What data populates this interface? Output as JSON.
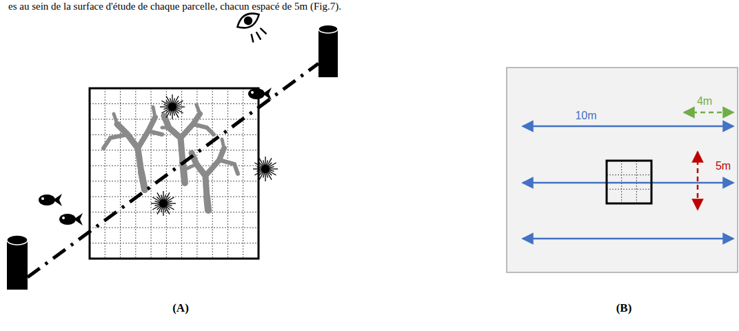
{
  "diagram": {
    "labels": [
      "es au sein de la surface d'étude de chaque parcelle, chacun espacé de 5m (Fig.7).",
      "(A)",
      "(B)",
      "10m",
      "4m",
      "5m"
    ]
  }
}
